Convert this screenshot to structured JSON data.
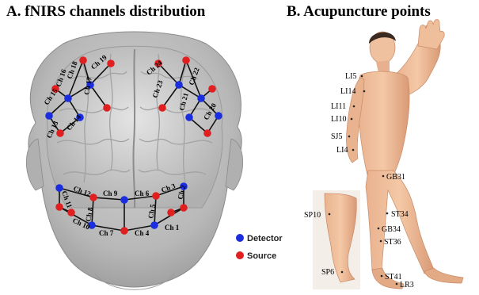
{
  "panel_a": {
    "title": "A. fNIRS channels distribution",
    "legend": [
      {
        "label": "Detector",
        "color": "#1a2ee0"
      },
      {
        "label": "Source",
        "color": "#e02020"
      }
    ],
    "channels": {
      "ch1": "Ch 1",
      "ch2": "Ch 2",
      "ch3": "Ch 3",
      "ch4": "Ch 4",
      "ch5": "Ch 5",
      "ch6": "Ch 6",
      "ch7": "Ch 7",
      "ch8": "Ch 8",
      "ch9": "Ch 9",
      "ch10": "Ch 10",
      "ch11": "Ch 11",
      "ch12": "Ch 12",
      "ch13": "Ch 13",
      "ch14": "Ch 14",
      "ch15": "Ch 15",
      "ch16": "Ch 16",
      "ch17": "Ch 17",
      "ch18": "Ch 18",
      "ch19": "Ch 19",
      "ch20": "Ch 20",
      "ch21": "Ch 21",
      "ch22": "Ch 22",
      "ch23": "Ch 23",
      "ch24": "Ch 24"
    }
  },
  "panel_b": {
    "title": "B. Acupuncture points",
    "points": {
      "li5": "LI5",
      "li14": "LI14",
      "li11": "LI11",
      "li10": "LI10",
      "sj5": "SJ5",
      "li4": "LI4",
      "gb31": "GB31",
      "sp10": "SP10",
      "st34": "ST34",
      "gb34": "GB34",
      "st36": "ST36",
      "sp6": "SP6",
      "st41": "ST41",
      "lr3": "LR3"
    }
  }
}
